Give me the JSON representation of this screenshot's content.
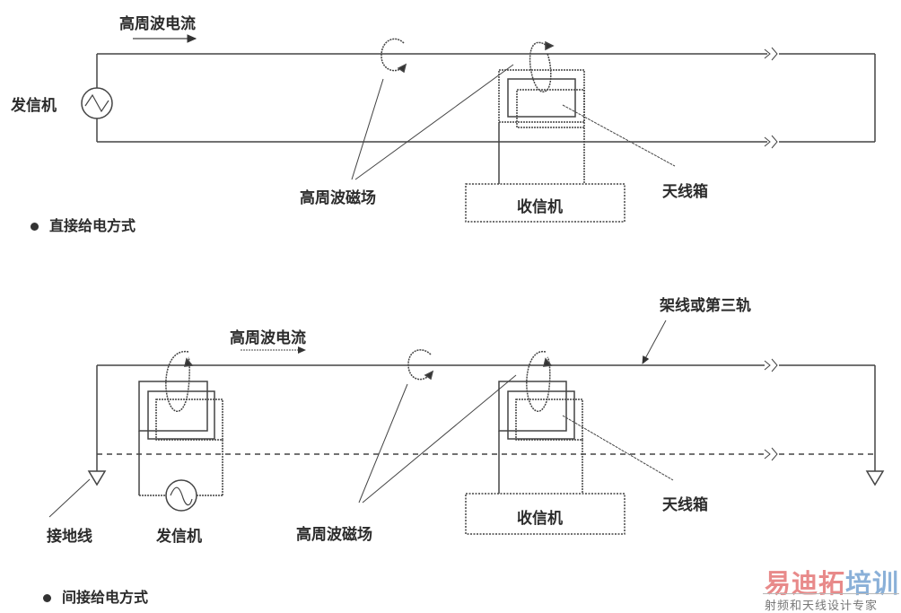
{
  "top_diagram": {
    "current_label": "高周波电流",
    "transmitter_label": "发信机",
    "field_label": "高周波磁场",
    "receiver_label": "收信机",
    "antenna_label": "天线箱",
    "caption": "直接给电方式"
  },
  "bottom_diagram": {
    "current_label": "高周波电流",
    "wire_label": "架线或第三轨",
    "ground_label": "接地线",
    "transmitter_label": "发信机",
    "field_label": "高周波磁场",
    "receiver_label": "收信机",
    "antenna_label": "天线箱",
    "caption": "间接给电方式"
  },
  "watermark": {
    "brand_part1": "易迪拓",
    "brand_part2": "培训",
    "tagline": "射频和天线设计专家",
    "color_red": "#e88a8a",
    "color_blue": "#8ab0d8"
  }
}
